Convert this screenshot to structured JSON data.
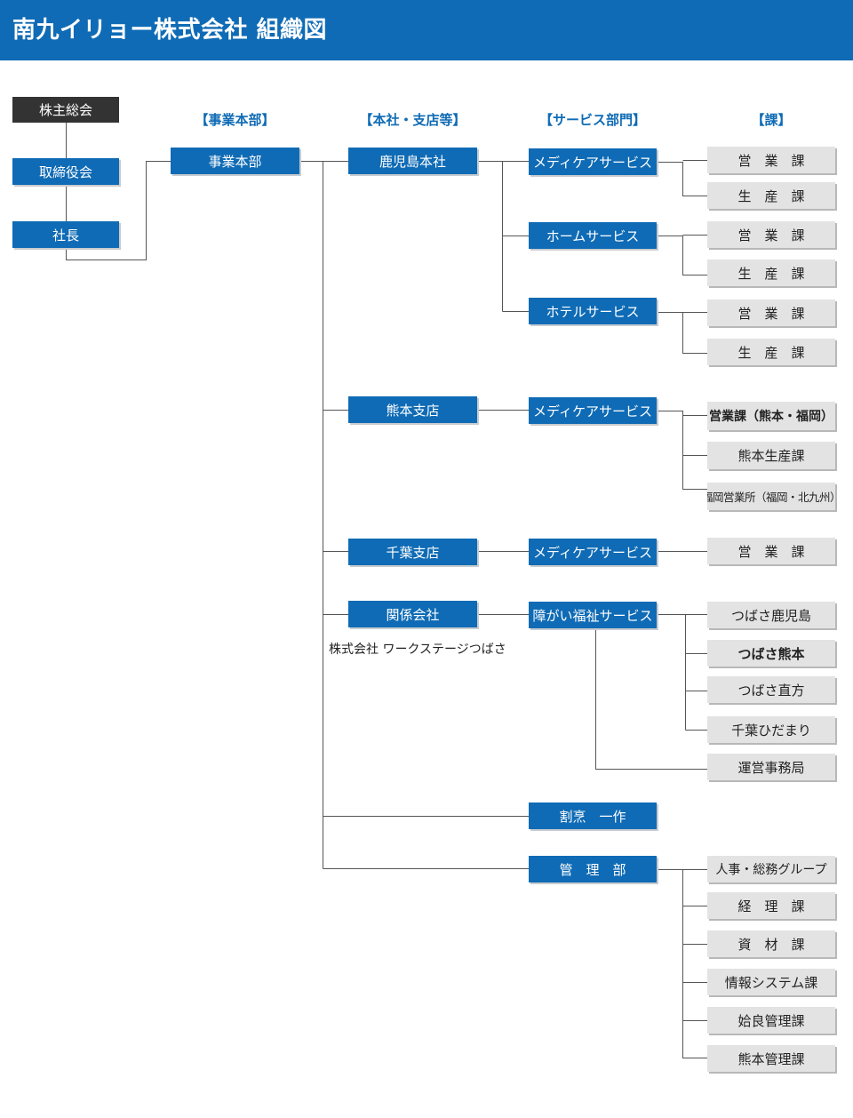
{
  "header": {
    "title": "南九イリョー株式会社 組織図"
  },
  "colors": {
    "accent": "#0f6bb5",
    "dark_box": "#333333",
    "leaf_box": "#e3e3e3"
  },
  "column_headings": {
    "division": "【事業本部】",
    "office": "【本社・支店等】",
    "service": "【サービス部門】",
    "section": "【課】"
  },
  "top": {
    "shareholders": "株主総会",
    "board": "取締役会",
    "president": "社長",
    "division": "事業本部"
  },
  "offices": {
    "kagoshima": "鹿児島本社",
    "kumamoto": "熊本支店",
    "chiba": "千葉支店",
    "affiliate": "関係会社",
    "affiliate_note": "株式会社 ワークステージつばさ"
  },
  "services": {
    "medicare_kagoshima": "メディケアサービス",
    "home": "ホームサービス",
    "hotel": "ホテルサービス",
    "medicare_kumamoto": "メディケアサービス",
    "medicare_chiba": "メディケアサービス",
    "welfare": "障がい福祉サービス",
    "kappo": "割烹　一作",
    "management": "管　理　部"
  },
  "sections": {
    "medicare_kagoshima": [
      "営　業　課",
      "生　産　課"
    ],
    "home": [
      "営　業　課",
      "生　産　課"
    ],
    "hotel": [
      "営　業　課",
      "生　産　課"
    ],
    "medicare_kumamoto": [
      "営業課（熊本・福岡）",
      "熊本生産課",
      "福岡営業所（福岡・北九州）"
    ],
    "medicare_chiba": [
      "営　業　課"
    ],
    "welfare": [
      "つばさ鹿児島",
      "つばさ熊本",
      "つばさ直方",
      "千葉ひだまり",
      "運営事務局"
    ],
    "management": [
      "人事・総務グループ",
      "経　理　課",
      "資　材　課",
      "情報システム課",
      "姶良管理課",
      "熊本管理課"
    ]
  }
}
